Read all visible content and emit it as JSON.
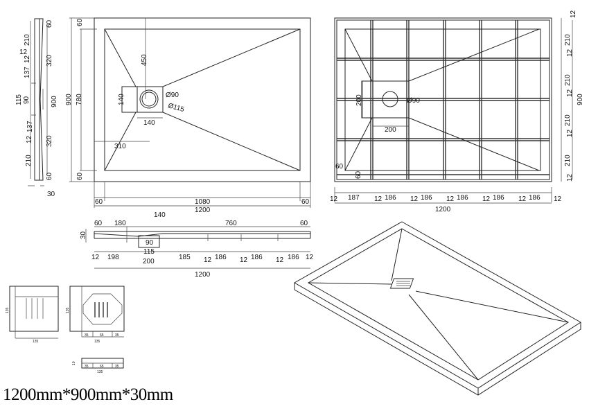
{
  "caption": "1200mm*900mm*30mm",
  "side_view": {
    "labels": [
      "60",
      "210",
      "12",
      "320",
      "12",
      "137",
      "115",
      "90",
      "900",
      "137",
      "12",
      "320",
      "210",
      "60",
      "30"
    ]
  },
  "plan_view": {
    "labels": [
      "60",
      "450",
      "900",
      "780",
      "140",
      "Ø90",
      "Ø115",
      "140",
      "310",
      "60",
      "60",
      "1080",
      "60",
      "1200"
    ]
  },
  "grid_view": {
    "labels": [
      "12",
      "210",
      "12",
      "210",
      "12",
      "900",
      "210",
      "12",
      "210",
      "12",
      "200",
      "Ø90",
      "200",
      "60",
      "60",
      "12",
      "187",
      "12",
      "186",
      "12",
      "186",
      "12",
      "186",
      "12",
      "186",
      "12",
      "186",
      "12",
      "1200"
    ]
  },
  "section_view": {
    "labels": [
      "140",
      "60",
      "180",
      "760",
      "60",
      "30",
      "90",
      "115",
      "12",
      "198",
      "200",
      "185",
      "12",
      "186",
      "12",
      "186",
      "12",
      "186",
      "12",
      "1200"
    ]
  },
  "drain_detail": {
    "labels": [
      "135",
      "135",
      "135",
      "135",
      "35",
      "65",
      "35",
      "35",
      "65",
      "35",
      "135",
      "10"
    ]
  }
}
